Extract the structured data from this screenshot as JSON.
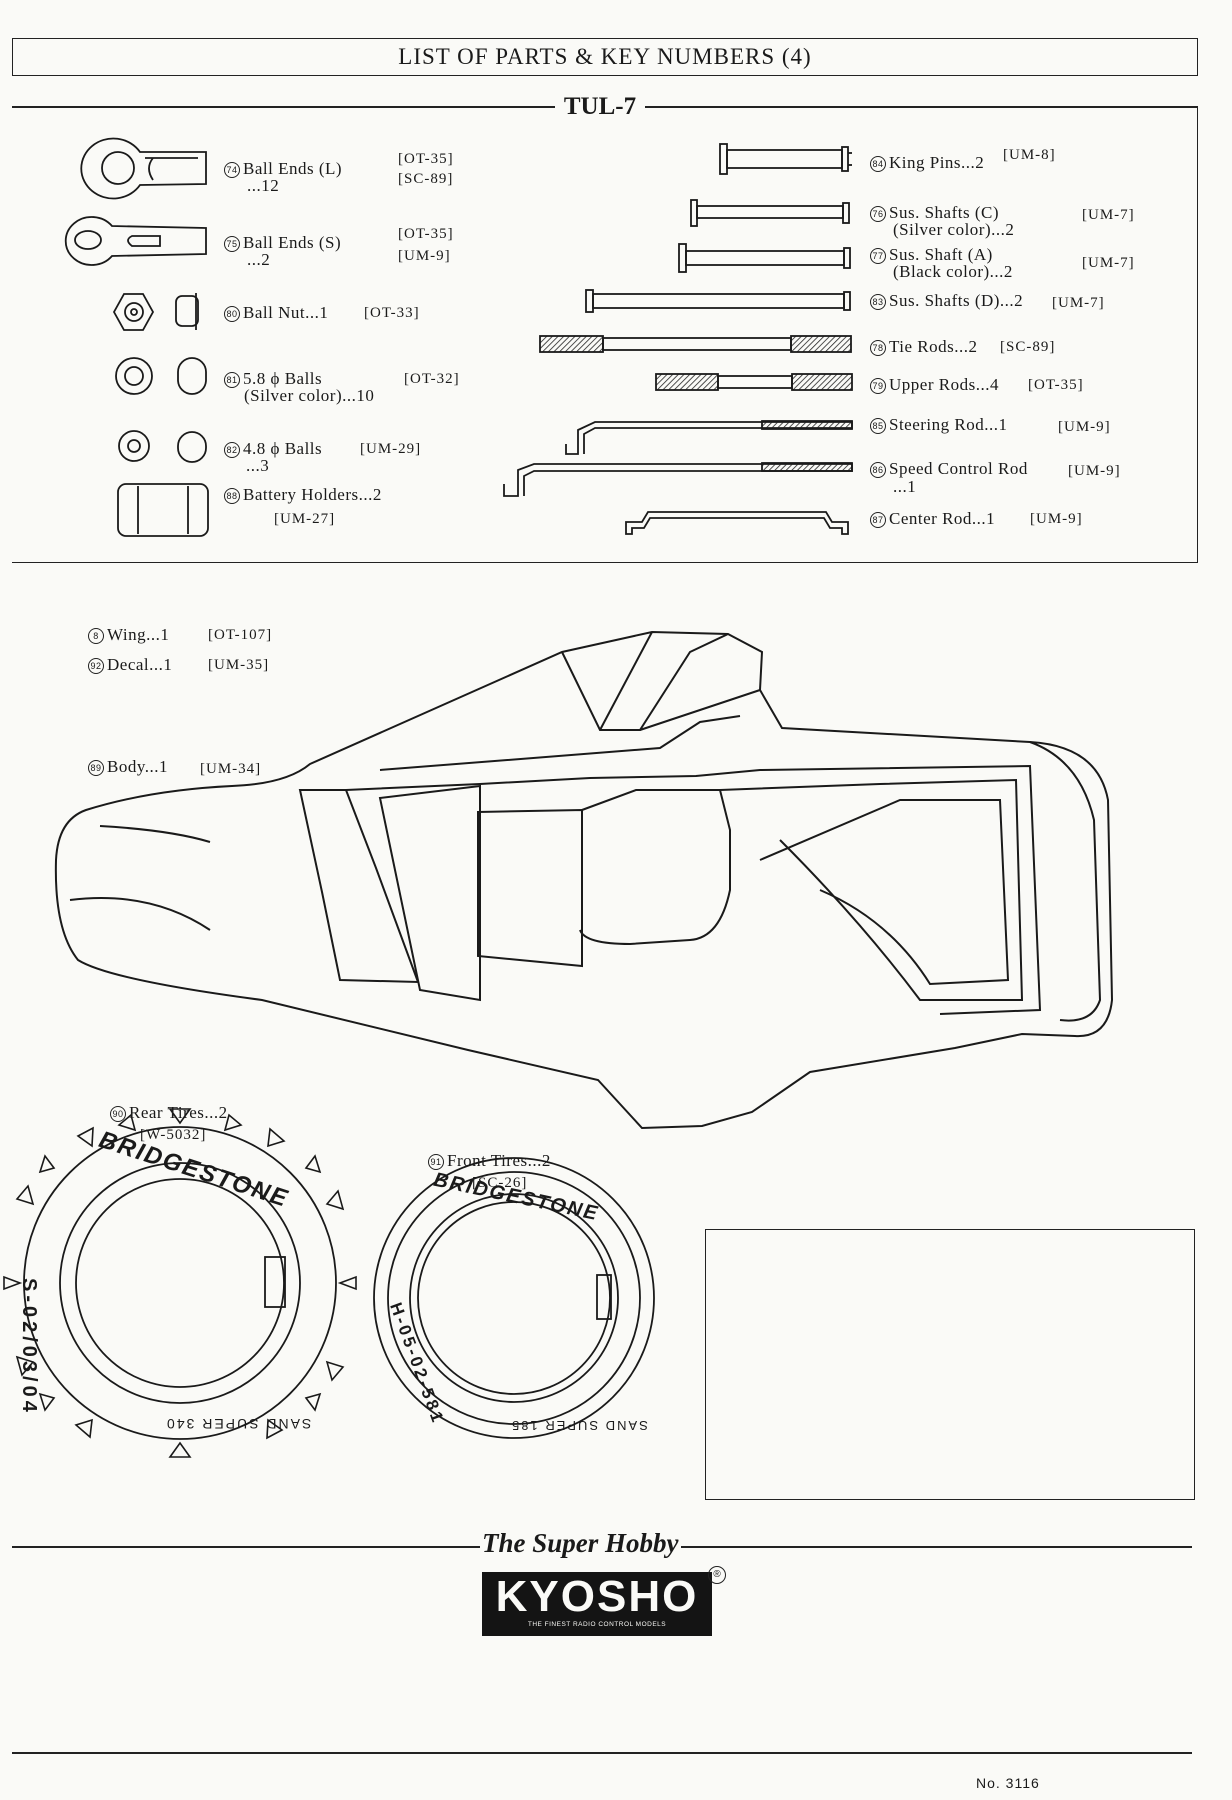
{
  "header": {
    "title": "LIST OF PARTS & KEY NUMBERS (4)",
    "model": "TUL-7"
  },
  "parts_left": [
    {
      "num": "74",
      "name": "Ball Ends (L)",
      "qty": "...12",
      "codes": [
        "[OT-35]",
        "[SC-89]"
      ]
    },
    {
      "num": "75",
      "name": "Ball Ends (S)",
      "qty": "...2",
      "codes": [
        "[OT-35]",
        "[UM-9]"
      ]
    },
    {
      "num": "80",
      "name": "Ball Nut...1",
      "code": "[OT-33]"
    },
    {
      "num": "81",
      "name": "5.8 ϕ Balls",
      "sub": "(Silver color)...10",
      "code": "[OT-32]"
    },
    {
      "num": "82",
      "name": "4.8 ϕ Balls",
      "qty": "...3",
      "code": "[UM-29]"
    },
    {
      "num": "88",
      "name": "Battery Holders...2",
      "code": "[UM-27]"
    }
  ],
  "parts_right": [
    {
      "num": "84",
      "name": "King Pins...2",
      "code": "[UM-8]"
    },
    {
      "num": "76",
      "name": "Sus. Shafts (C)",
      "sub": "(Silver color)...2",
      "code": "[UM-7]"
    },
    {
      "num": "77",
      "name": "Sus. Shaft (A)",
      "sub": "(Black color)...2",
      "code": "[UM-7]"
    },
    {
      "num": "83",
      "name": "Sus. Shafts (D)...2",
      "code": "[UM-7]"
    },
    {
      "num": "78",
      "name": "Tie Rods...2",
      "code": "[SC-89]"
    },
    {
      "num": "79",
      "name": "Upper Rods...4",
      "code": "[OT-35]"
    },
    {
      "num": "85",
      "name": "Steering Rod...1",
      "code": "[UM-9]"
    },
    {
      "num": "86",
      "name": "Speed Control Rod",
      "qty": "...1",
      "code": "[UM-9]"
    },
    {
      "num": "87",
      "name": "Center Rod...1",
      "code": "[UM-9]"
    }
  ],
  "body_parts": [
    {
      "num": "8",
      "name": "Wing...1",
      "code": "[OT-107]"
    },
    {
      "num": "92",
      "name": "Decal...1",
      "code": "[UM-35]"
    },
    {
      "num": "89",
      "name": "Body...1",
      "code": "[UM-34]"
    }
  ],
  "tires": [
    {
      "num": "90",
      "name": "Rear Tires...2",
      "code": "[W-5032]",
      "brand": "BRIDGESTONE",
      "size": "S-02/03/04",
      "model_text": "SAND SUPER 340"
    },
    {
      "num": "91",
      "name": "Front Tires...2",
      "code": "[SC-26]",
      "brand": "BRIDGESTONE",
      "size": "H-05-02-581",
      "model_text": "SAND SUPER 185"
    }
  ],
  "footer": {
    "tagline": "The Super Hobby",
    "logo": "KYOSHO",
    "logo_sub": "THE FINEST RADIO CONTROL MODELS",
    "registered": "®",
    "doc_number": "No. 3116"
  }
}
